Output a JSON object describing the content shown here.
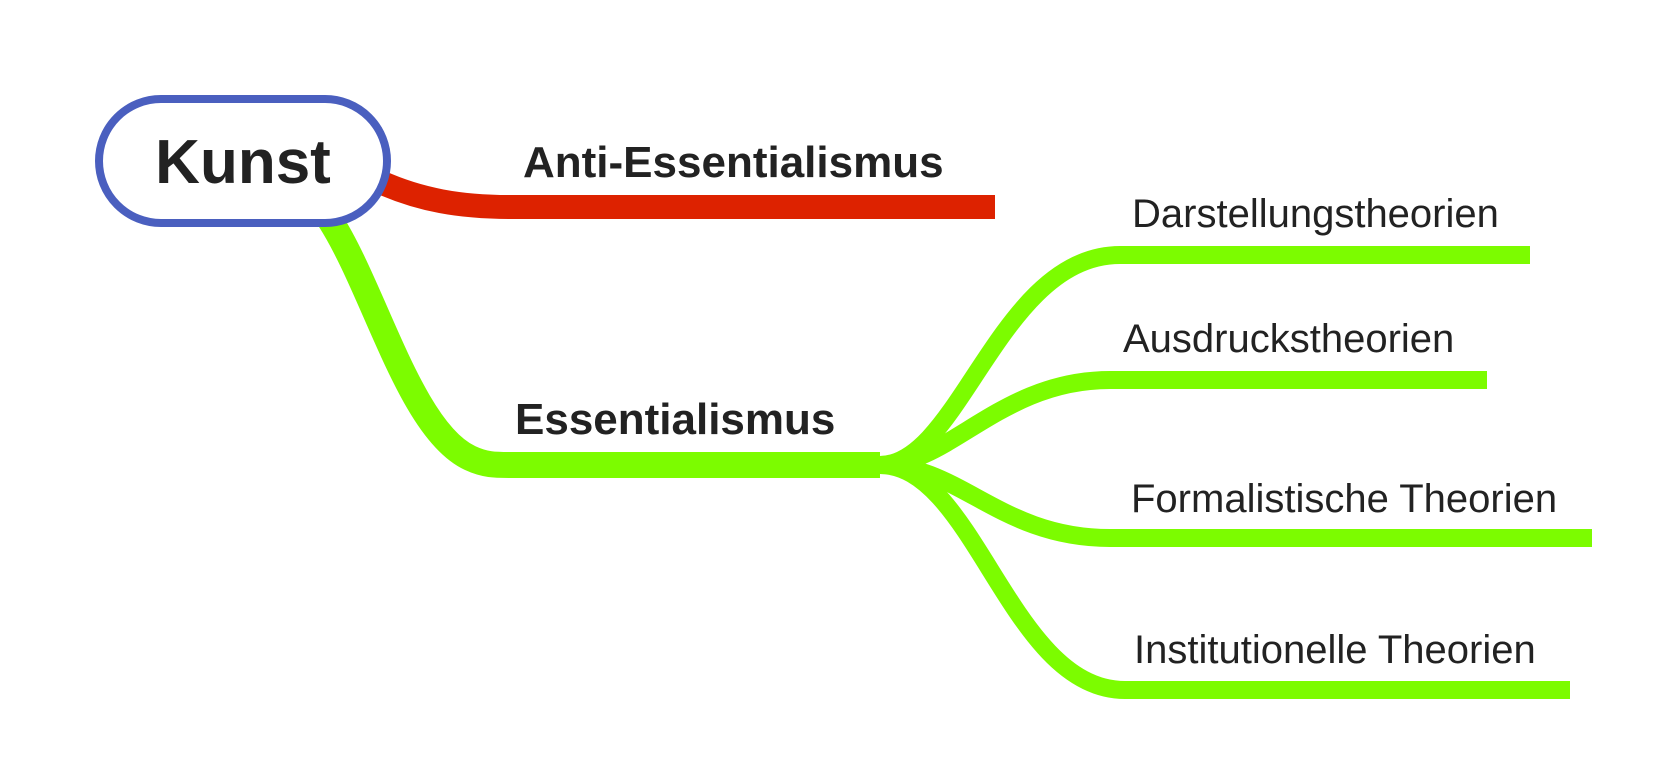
{
  "mindmap": {
    "root": {
      "label": "Kunst",
      "border_color": "#4a5fbf"
    },
    "branches": [
      {
        "label": "Anti-Essentialismus",
        "color": "#dd2200",
        "children": []
      },
      {
        "label": "Essentialismus",
        "color": "#7cfc00",
        "children": [
          {
            "label": "Darstellungstheorien"
          },
          {
            "label": "Ausdruckstheorien"
          },
          {
            "label": "Formalistische Theorien"
          },
          {
            "label": "Institutionelle Theorien"
          }
        ]
      }
    ]
  }
}
